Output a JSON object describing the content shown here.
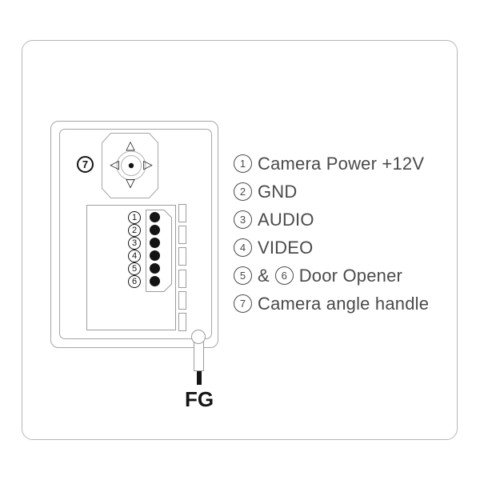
{
  "device": {
    "handle_num": "7",
    "pins": [
      "1",
      "2",
      "3",
      "4",
      "5",
      "6"
    ],
    "arrows": {
      "up": "△",
      "down": "▽",
      "left": "◁",
      "right": "▷"
    },
    "fg_label": "FG"
  },
  "legend": {
    "items": [
      {
        "num": "1",
        "label": "Camera Power +12V"
      },
      {
        "num": "2",
        "label": "GND"
      },
      {
        "num": "3",
        "label": "AUDIO"
      },
      {
        "num": "4",
        "label": "VIDEO"
      },
      {
        "num": "5",
        "joiner": "&",
        "num2": "6",
        "label": "Door Opener"
      },
      {
        "num": "7",
        "label": "Camera angle handle"
      }
    ]
  },
  "colors": {
    "frame_gray": "#b7b7b7",
    "line_gray": "#a6a6a6",
    "detail_gray": "#9c9c9c",
    "text_gray": "#4a4a4a",
    "ink": "#141414"
  }
}
